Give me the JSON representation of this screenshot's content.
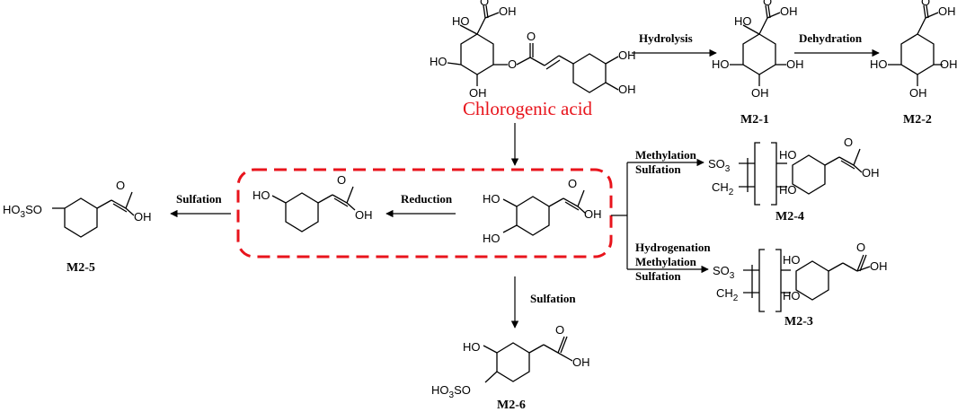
{
  "title": "Chlorogenic acid",
  "compounds": {
    "m2_1": "M2-1",
    "m2_2": "M2-2",
    "m2_3": "M2-3",
    "m2_4": "M2-4",
    "m2_5": "M2-5",
    "m2_6": "M2-6"
  },
  "reactions": {
    "hydrolysis": "Hydrolysis",
    "dehydration": "Dehydration",
    "reduction": "Reduction",
    "sulfation_left": "Sulfation",
    "sulfation_bottom": "Sulfation",
    "methylation_upper": "Methylation",
    "sulfation_upper": "Sulfation",
    "hydrogenation": "Hydrogenation",
    "methylation_lower": "Methylation",
    "sulfation_lower": "Sulfation"
  },
  "atoms": {
    "oh": "OH",
    "ho": "HO",
    "o": "O",
    "so3": "SO",
    "so3_sub": "3",
    "ch2": "CH",
    "ch2_sub": "2",
    "ho3so": "HO",
    "ho3so_tail": "SO"
  },
  "colors": {
    "highlight": "#e8141c",
    "ink": "#000000"
  }
}
